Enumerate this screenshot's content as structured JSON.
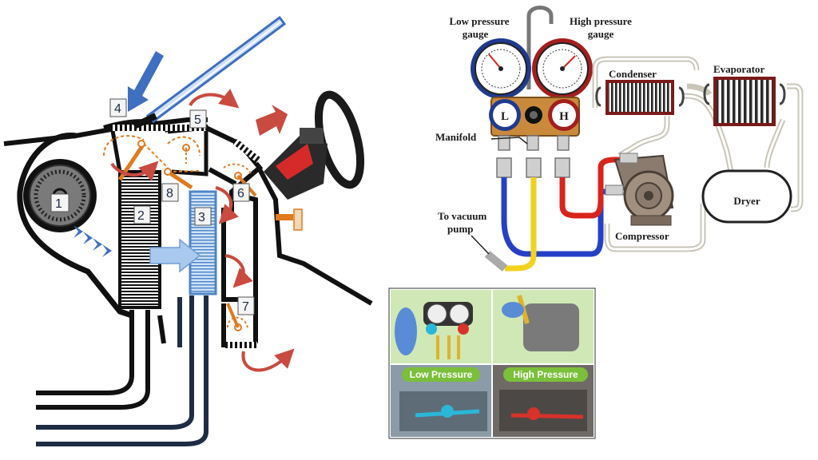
{
  "hvac_diagram": {
    "numbers": [
      "1",
      "2",
      "3",
      "4",
      "5",
      "6",
      "7",
      "8"
    ]
  },
  "ac_diagram": {
    "low_pressure_gauge": [
      "Low pressure",
      "gauge"
    ],
    "high_pressure_gauge": [
      "High pressure",
      "gauge"
    ],
    "manifold": "Manifold",
    "vacuum_pump": [
      "To vacuum",
      "pump"
    ],
    "condenser": "Condenser",
    "evaporator": "Evaporator",
    "dryer": "Dryer",
    "compressor": "Compressor",
    "gauge_low_letter": "L",
    "gauge_high_letter": "H"
  },
  "photo_panel": {
    "low_tag": "Low Pressure",
    "high_tag": "High Pressure"
  },
  "colors": {
    "navy": "#1e2d44",
    "orange": "#e07a1f",
    "red_arrow": "#c94a3f",
    "blue_arrow": "#3e6fc0",
    "light_blue": "#a9c9ee",
    "hose_red": "#d9241c",
    "hose_blue": "#2540c7",
    "hose_yellow": "#f2d21c",
    "tag_green": "#7bbf3a"
  }
}
